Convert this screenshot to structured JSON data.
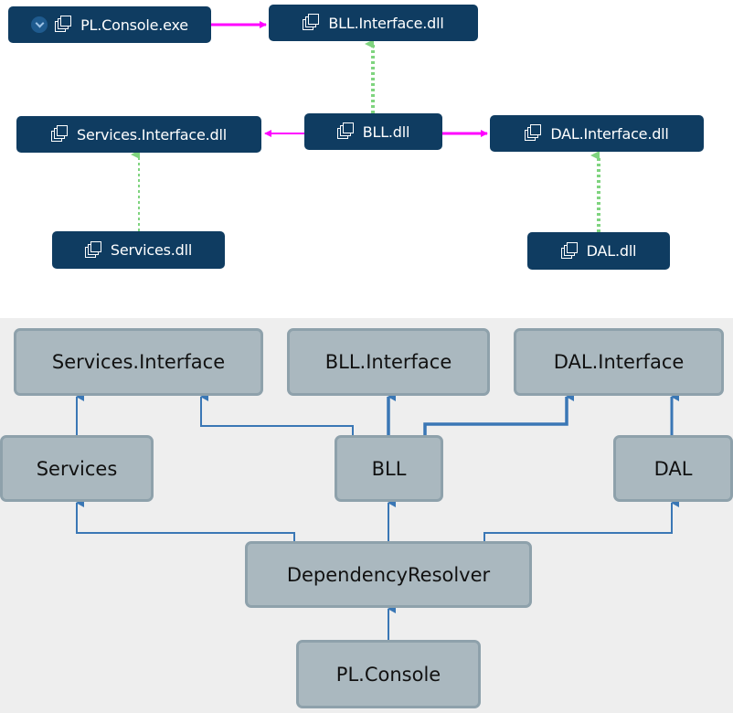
{
  "dependency_graph": {
    "nodes": {
      "pl_console_exe": "PL.Console.exe",
      "bll_interface_dll": "BLL.Interface.dll",
      "services_interface_dll": "Services.Interface.dll",
      "bll_dll": "BLL.dll",
      "dal_interface_dll": "DAL.Interface.dll",
      "services_dll": "Services.dll",
      "dal_dll": "DAL.dll"
    },
    "colors": {
      "node_fill": "#0f3c61",
      "reference_edge": "#ff00ff",
      "implements_edge": "#7fd47f"
    }
  },
  "layer_diagram": {
    "boxes": {
      "services_interface": "Services.Interface",
      "bll_interface": "BLL.Interface",
      "dal_interface": "DAL.Interface",
      "services": "Services",
      "bll": "BLL",
      "dal": "DAL",
      "dependency_resolver": "DependencyResolver",
      "pl_console": "PL.Console"
    },
    "colors": {
      "box_fill": "#aab8bf",
      "box_border": "#8ea1ab",
      "connector": "#3a77b5",
      "background": "#eeeeee"
    }
  }
}
